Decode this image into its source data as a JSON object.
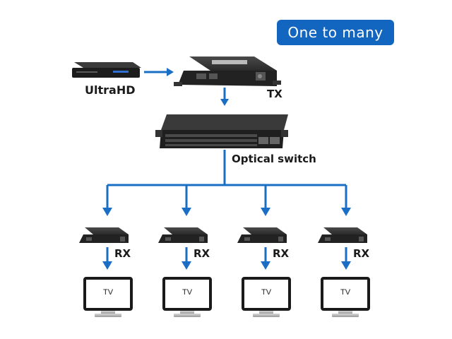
{
  "header": {
    "badge_label": "One to many"
  },
  "source": {
    "label": "UltraHD",
    "icon": "bluray-player-icon"
  },
  "transmitter": {
    "label": "TX",
    "icon": "transmitter-icon"
  },
  "switch": {
    "label": "Optical switch",
    "icon": "optical-switch-icon"
  },
  "receivers": [
    {
      "label": "RX"
    },
    {
      "label": "RX"
    },
    {
      "label": "RX"
    },
    {
      "label": "RX"
    }
  ],
  "displays": [
    {
      "label": "TV"
    },
    {
      "label": "TV"
    },
    {
      "label": "TV"
    },
    {
      "label": "TV"
    }
  ],
  "colors": {
    "accent": "#1a6fc4",
    "badge": "#1366c0",
    "device": "#2b2b2b"
  }
}
